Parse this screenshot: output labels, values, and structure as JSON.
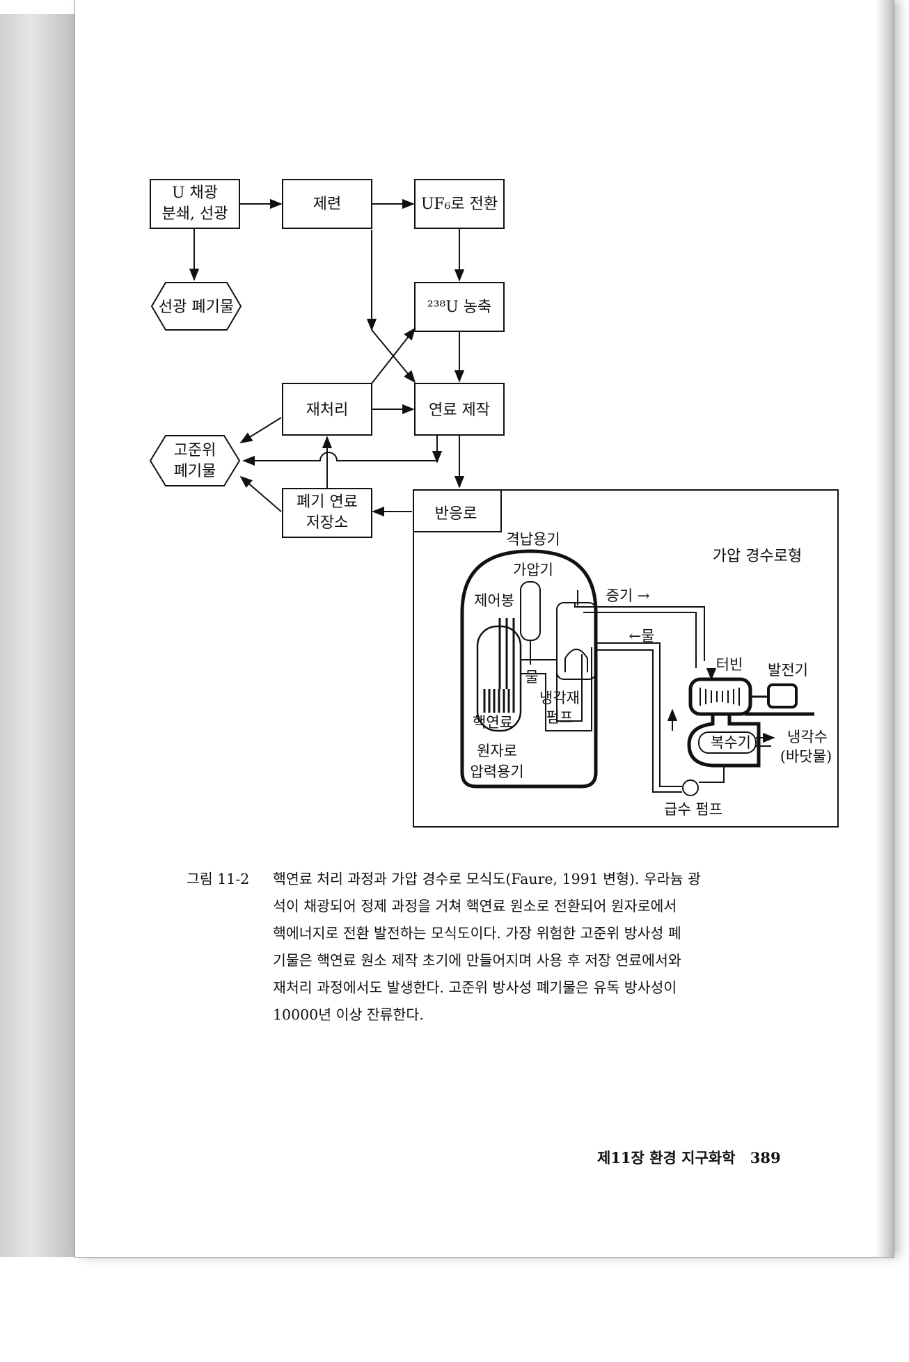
{
  "diagram": {
    "box_mining": [
      "U 채광",
      "분쇄, 선광"
    ],
    "box_smelting": "제련",
    "box_uf6": "UF₆로 전환",
    "box_tailings": "선광 폐기물",
    "box_enrich": "²³⁸U 농축",
    "box_reprocess": "재처리",
    "box_fuel": "연료 제작",
    "box_hlw": [
      "고준위",
      "폐기물"
    ],
    "box_spent": [
      "폐기 연료",
      "저장소"
    ],
    "box_reactor": "반응로",
    "reactor_type": "가압 경수로형",
    "containment": "격납용기",
    "pressurizer": "가압기",
    "control_rod": "제어봉",
    "steam": "증기 →",
    "water_return": "←물",
    "water_inner": "물",
    "turbine": "터빈",
    "generator": "발전기",
    "fuel": "핵연료",
    "coolant_pump": [
      "냉각재",
      "펌프"
    ],
    "rpv": [
      "원자로",
      "압력용기"
    ],
    "condenser": "복수기",
    "cooling_water": [
      "냉각수",
      "(바닷물)"
    ],
    "feed_pump": "급수 펌프"
  },
  "caption": {
    "figure_no": "그림 11-2",
    "lines": [
      "핵연료 처리 과정과 가압 경수로 모식도(Faure, 1991 변형). 우라늄 광",
      "석이 채광되어 정제 과정을 거쳐 핵연료 원소로 전환되어 원자로에서",
      "핵에너지로 전환 발전하는 모식도이다. 가장 위험한 고준위 방사성 폐",
      "기물은 핵연료 원소 제작 초기에 만들어지며 사용 후 저장 연료에서와",
      "재처리 과정에서도 발생한다. 고준위 방사성 폐기물은 유독 방사성이",
      "10000년 이상 잔류한다."
    ]
  },
  "footer": {
    "chapter": "제11장  환경 지구화학",
    "page": "389"
  }
}
